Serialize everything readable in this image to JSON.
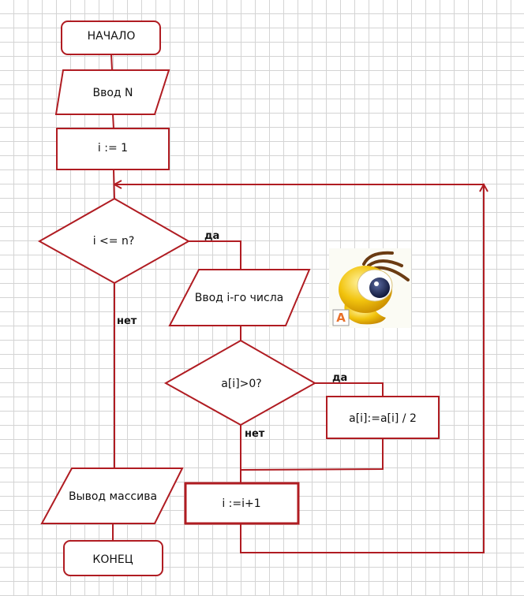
{
  "diagram": {
    "type": "flowchart",
    "colors": {
      "line": "#b01c22",
      "grid": "#d4d4d4",
      "text": "#111111"
    },
    "nodes": {
      "start": "НАЧАЛО",
      "input_n": "Ввод N",
      "init_i": "i := 1",
      "cond_loop": "i <= n?",
      "input_elem": "Ввод i-го числа",
      "cond_positive": "a[i]>0?",
      "halve": "a[i]:=a[i] / 2",
      "increment": "i :=i+1",
      "output": "Вывод массива",
      "end": "КОНЕЦ"
    },
    "branch_labels": {
      "loop_yes": "да",
      "loop_no": "нет",
      "positive_yes": "да",
      "positive_no": "нет"
    },
    "mascot": {
      "icon": "ant-mascot-icon",
      "badge": "A"
    }
  }
}
